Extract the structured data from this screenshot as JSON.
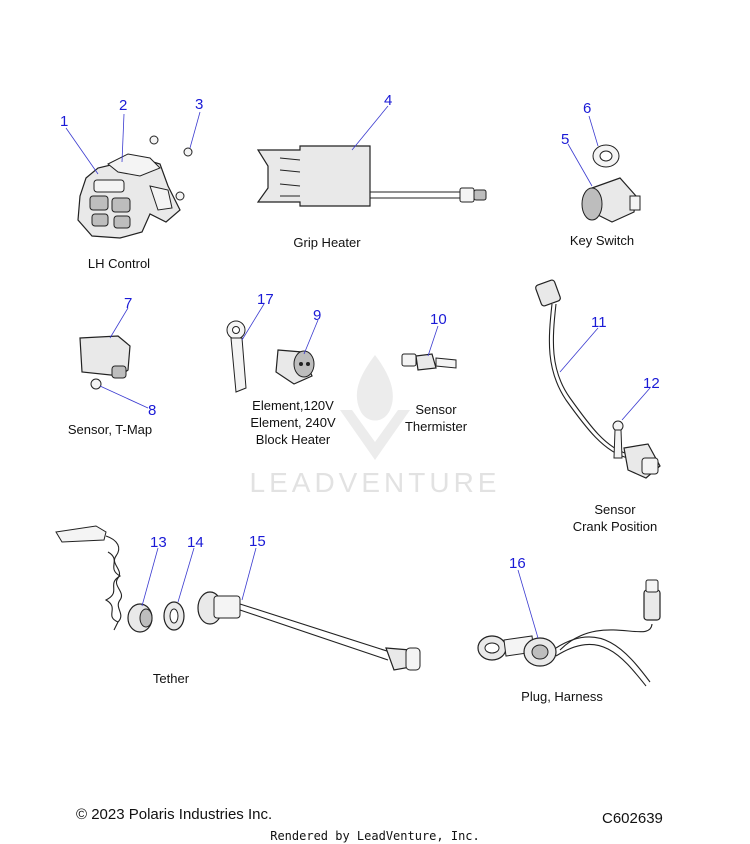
{
  "watermark": {
    "brand": "LEADVENTURE"
  },
  "callouts": [
    "1",
    "2",
    "3",
    "4",
    "5",
    "6",
    "7",
    "8",
    "9",
    "10",
    "11",
    "12",
    "13",
    "14",
    "15",
    "16",
    "17"
  ],
  "captions": {
    "lh_control": "LH Control",
    "grip_heater": "Grip Heater",
    "key_switch": "Key Switch",
    "sensor_tmap": "Sensor, T-Map",
    "element_120": "Element,120V",
    "element_240": "Element, 240V",
    "block_heater": "Block Heater",
    "sensor_therm_1": "Sensor",
    "sensor_therm_2": "Thermister",
    "sensor_crank_1": "Sensor",
    "sensor_crank_2": "Crank Position",
    "tether": "Tether",
    "plug_harness": "Plug, Harness"
  },
  "footer": {
    "copyright": "© 2023 Polaris Industries Inc.",
    "diagram_code": "C602639",
    "rendered_by": "Rendered by LeadVenture, Inc."
  },
  "colors": {
    "callout": "#1a1ad6",
    "line_art": "#222222"
  }
}
